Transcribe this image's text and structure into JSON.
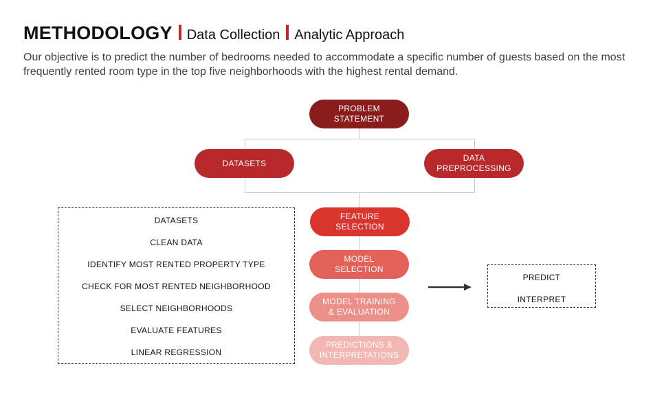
{
  "header": {
    "title": "METHODOLOGY",
    "subtitle_1": "Data Collection",
    "subtitle_2": "Analytic Approach"
  },
  "description": "Our objective is to predict the number of bedrooms needed to accommodate a specific number of guests based on the most frequently rented room type in the top five neighborhoods with the highest rental demand.",
  "flow": {
    "problem_statement": "PROBLEM\nSTATEMENT",
    "datasets": "DATASETS",
    "data_preprocessing": "DATA\nPREPROCESSING",
    "feature_selection": "FEATURE\nSELECTION",
    "model_selection": "MODEL\nSELECTION",
    "model_training": "MODEL TRAINING\n& EVALUATION",
    "predictions": "PREDICTIONS &\nINTERPRETATIONS"
  },
  "steps_list": [
    "DATASETS",
    "CLEAN DATA",
    "IDENTIFY MOST RENTED PROPERTY TYPE",
    "CHECK FOR MOST RENTED NEIGHBORHOOD",
    "SELECT NEIGHBORHOODS",
    "EVALUATE FEATURES",
    "LINEAR REGRESSION"
  ],
  "outputs": [
    "PREDICT",
    "INTERPRET"
  ],
  "colors": {
    "accent": "#c0262b",
    "problem": "#8b1c1c",
    "datasets": "#b8292b",
    "feature": "#d9342e",
    "model_selection": "#e2625a",
    "model_training": "#eb8f88",
    "predictions": "#f2b7b2"
  }
}
